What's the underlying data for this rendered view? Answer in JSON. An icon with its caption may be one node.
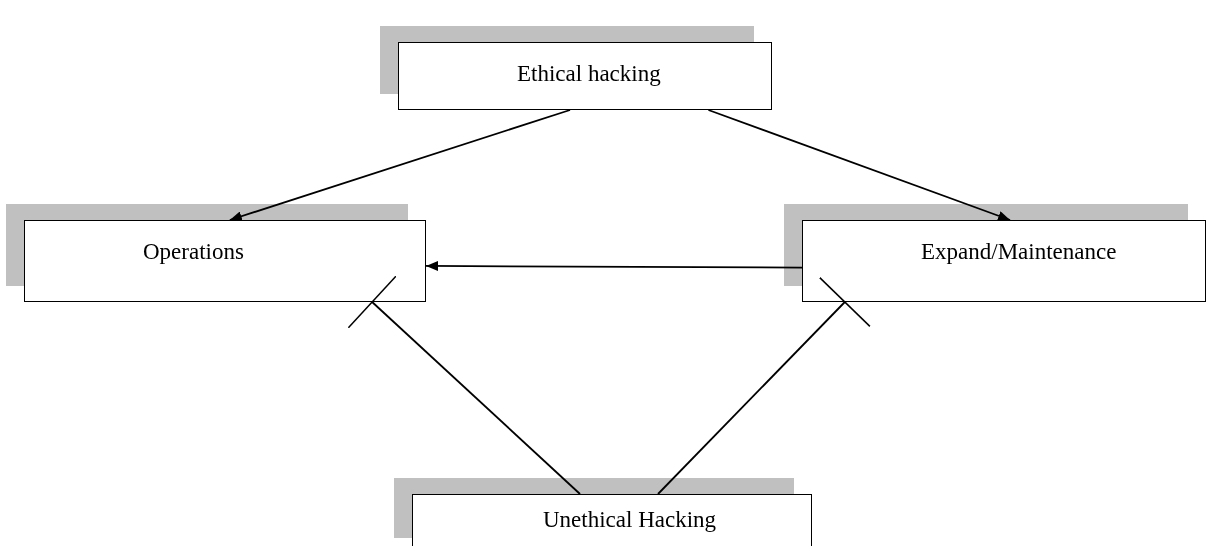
{
  "diagram": {
    "nodes": [
      {
        "text": [
          "Ethical hacking"
        ]
      },
      {
        "text": [
          "Operations"
        ]
      },
      {
        "text": [
          "Expand/Maintenance"
        ]
      },
      {
        "text": [
          "Unethical Hacking"
        ]
      }
    ],
    "edges": [
      {
        "from": 0,
        "to": 1,
        "arrow": "to"
      },
      {
        "from": 0,
        "to": 2,
        "arrow": "to"
      },
      {
        "from": 2,
        "to": 1,
        "arrow": "to"
      },
      {
        "from": 3,
        "to": 1,
        "arrow": "other"
      },
      {
        "from": 3,
        "to": 2,
        "arrow": "other"
      }
    ]
  }
}
